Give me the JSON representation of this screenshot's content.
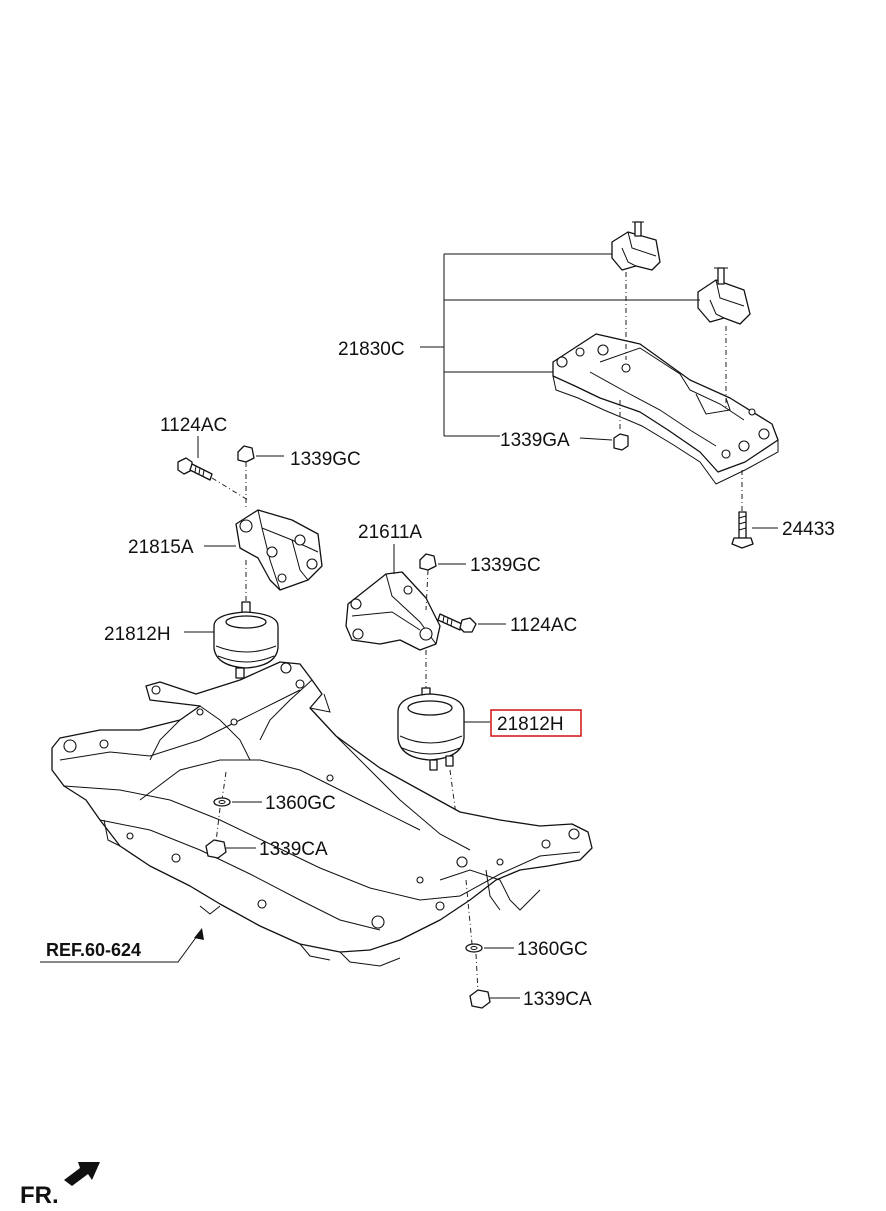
{
  "labels": {
    "trans_mount_bracket": "21830C",
    "nut_trans": "1339GA",
    "bolt_trans": "24433",
    "bolt_left": "1124AC",
    "nut_left_top": "1339GC",
    "bracket_left": "21815A",
    "insulator_left": "21812H",
    "bracket_center": "21611A",
    "nut_center_top": "1339GC",
    "bolt_center": "1124AC",
    "insulator_center": "21812H",
    "washer_left": "1360GC",
    "nut_left_bottom": "1339CA",
    "washer_right": "1360GC",
    "nut_right_bottom": "1339CA",
    "reference": "REF.60-624",
    "front_indicator": "FR."
  },
  "colors": {
    "line": "#111111",
    "highlight": "#d42020",
    "background": "#ffffff"
  }
}
